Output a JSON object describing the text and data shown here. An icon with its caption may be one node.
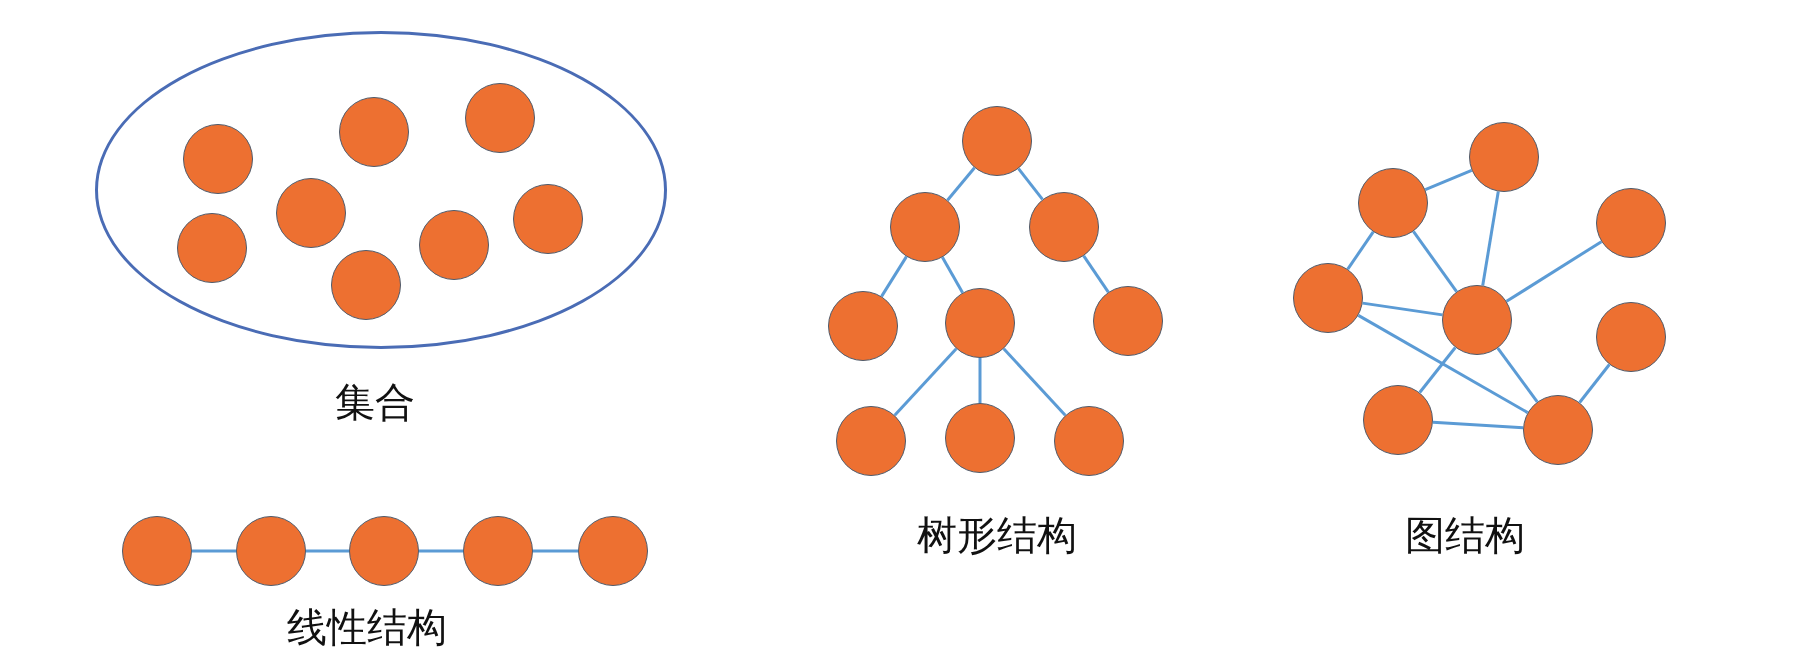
{
  "diagram": {
    "nodes": [
      {
        "text": [],
        "shape": "ellipse"
      },
      {
        "text": [],
        "shape": "circle",
        "in": 0
      },
      {
        "text": [],
        "shape": "circle",
        "in": 0
      },
      {
        "text": [],
        "shape": "circle",
        "in": 0
      },
      {
        "text": [],
        "shape": "circle",
        "in": 0
      },
      {
        "text": [],
        "shape": "circle",
        "in": 0
      },
      {
        "text": [],
        "shape": "circle",
        "in": 0
      },
      {
        "text": [],
        "shape": "circle",
        "in": 0
      },
      {
        "text": [],
        "shape": "circle",
        "in": 0
      },
      {
        "text": [],
        "shape": "circle"
      },
      {
        "text": [],
        "shape": "circle"
      },
      {
        "text": [],
        "shape": "circle"
      },
      {
        "text": [],
        "shape": "circle"
      },
      {
        "text": [],
        "shape": "circle"
      },
      {
        "text": [],
        "shape": "circle"
      },
      {
        "text": [],
        "shape": "circle"
      },
      {
        "text": [],
        "shape": "circle"
      },
      {
        "text": [],
        "shape": "circle"
      },
      {
        "text": [],
        "shape": "circle"
      },
      {
        "text": [],
        "shape": "circle"
      },
      {
        "text": [],
        "shape": "circle"
      },
      {
        "text": [],
        "shape": "circle"
      },
      {
        "text": [],
        "shape": "circle"
      },
      {
        "text": [],
        "shape": "circle"
      },
      {
        "text": [],
        "shape": "circle"
      },
      {
        "text": [],
        "shape": "circle"
      },
      {
        "text": [],
        "shape": "circle"
      },
      {
        "text": [],
        "shape": "circle"
      },
      {
        "text": [],
        "shape": "circle"
      },
      {
        "text": [],
        "shape": "circle"
      },
      {
        "text": [],
        "shape": "circle"
      }
    ],
    "edges": [
      {
        "from": 9,
        "to": 10,
        "arrow": "none"
      },
      {
        "from": 10,
        "to": 11,
        "arrow": "none"
      },
      {
        "from": 11,
        "to": 12,
        "arrow": "none"
      },
      {
        "from": 12,
        "to": 13,
        "arrow": "none"
      },
      {
        "from": 14,
        "to": 15,
        "arrow": "none"
      },
      {
        "from": 14,
        "to": 16,
        "arrow": "none"
      },
      {
        "from": 15,
        "to": 17,
        "arrow": "none"
      },
      {
        "from": 15,
        "to": 18,
        "arrow": "none"
      },
      {
        "from": 16,
        "to": 19,
        "arrow": "none"
      },
      {
        "from": 18,
        "to": 20,
        "arrow": "none"
      },
      {
        "from": 18,
        "to": 21,
        "arrow": "none"
      },
      {
        "from": 18,
        "to": 22,
        "arrow": "none"
      },
      {
        "from": 24,
        "to": 23,
        "arrow": "none"
      },
      {
        "from": 24,
        "to": 26,
        "arrow": "none"
      },
      {
        "from": 24,
        "to": 27,
        "arrow": "none"
      },
      {
        "from": 23,
        "to": 27,
        "arrow": "none"
      },
      {
        "from": 27,
        "to": 25,
        "arrow": "none"
      },
      {
        "from": 26,
        "to": 27,
        "arrow": "none"
      },
      {
        "from": 26,
        "to": 30,
        "arrow": "none"
      },
      {
        "from": 27,
        "to": 29,
        "arrow": "none"
      },
      {
        "from": 27,
        "to": 30,
        "arrow": "none"
      },
      {
        "from": 30,
        "to": 28,
        "arrow": "none"
      },
      {
        "from": 29,
        "to": 30,
        "arrow": "none"
      }
    ],
    "labels": [
      "集合",
      "树形结构",
      "图结构",
      "线性结构"
    ]
  }
}
